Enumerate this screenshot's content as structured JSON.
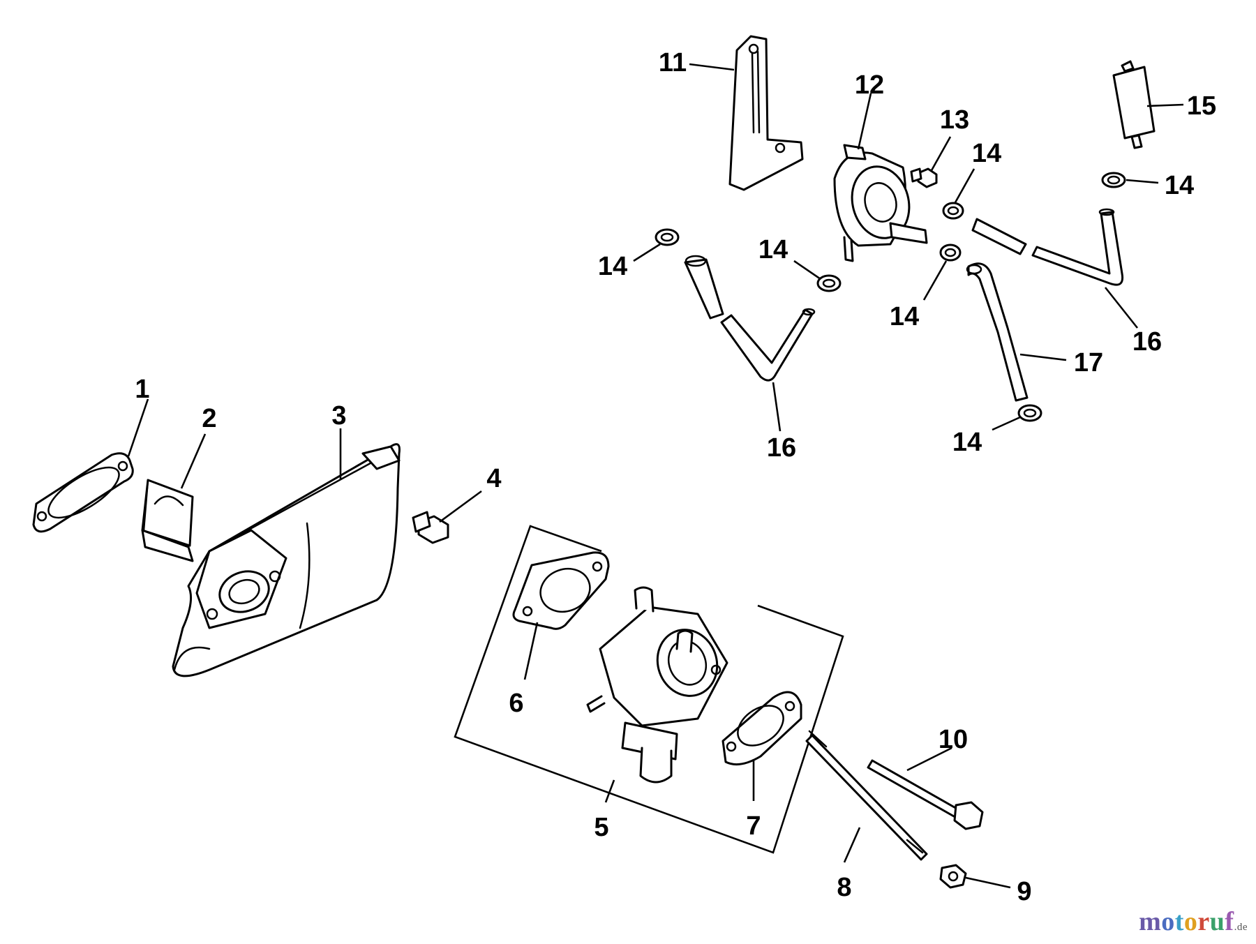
{
  "callouts": {
    "c1": "1",
    "c2": "2",
    "c3": "3",
    "c4": "4",
    "c5": "5",
    "c6": "6",
    "c7": "7",
    "c8": "8",
    "c9": "9",
    "c10": "10",
    "c11": "11",
    "c12": "12",
    "c13": "13",
    "c14": "14",
    "c15": "15",
    "c16": "16",
    "c17": "17"
  },
  "watermark": {
    "letters": [
      "m",
      "o",
      "t",
      "o",
      "r",
      "u",
      "f"
    ],
    "letter_colors": [
      "#6a5aa8",
      "#4a6cc0",
      "#3aa0c8",
      "#e0a020",
      "#d04a3a",
      "#3aa06a",
      "#9a5ab0"
    ],
    "suffix": ".de"
  }
}
